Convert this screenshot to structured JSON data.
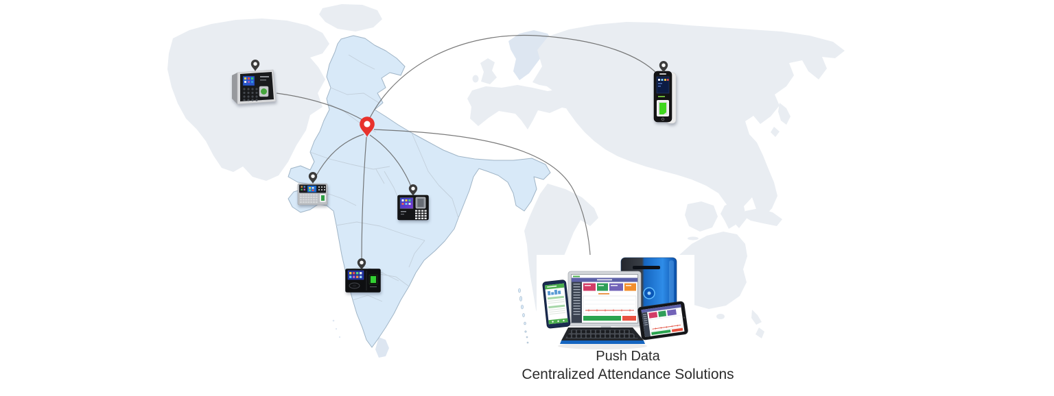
{
  "caption": {
    "line1": "Push Data",
    "line2": "Centralized Attendance Solutions"
  },
  "map": {
    "highlighted_region": "India"
  },
  "icons": [
    "red-location-pin",
    "dark-location-pin",
    "biometric-terminal-desktop",
    "biometric-terminal-slim",
    "biometric-terminal-compact",
    "biometric-terminal-keypad",
    "biometric-terminal-face",
    "fingerprint-scanner",
    "pc-tower",
    "desktop-monitor",
    "dashboard-screen",
    "smartphone",
    "tablet",
    "keyboard",
    "world-map",
    "india-map",
    "connection-arc"
  ],
  "colors": {
    "background": "#ffffff",
    "world_land": "#e9edf2",
    "world_land_alt": "#dde6f1",
    "india_fill": "#d8e9f8",
    "india_border": "#9fb4c6",
    "state_border": "#c2cfdb",
    "connector_line": "#616161",
    "location_pin_red": "#e8322c",
    "location_pin_dark": "#3b3b3b",
    "caption_text": "#2b2b2b",
    "dashboard_header": "#5d61a8",
    "dashboard_sidebar": "#3a4250",
    "card_crimson": "#d23c67",
    "card_green": "#2f9e58",
    "card_purple": "#7263b8",
    "card_orange": "#f28e2b",
    "bar_green": "#2aa34f",
    "bar_red": "#e85140",
    "tower_blue": "#2e8ce8",
    "fingerprint_green": "#3fd61e",
    "phone_header_green": "#4cae4e",
    "chart_line_red": "#e04a3a"
  }
}
